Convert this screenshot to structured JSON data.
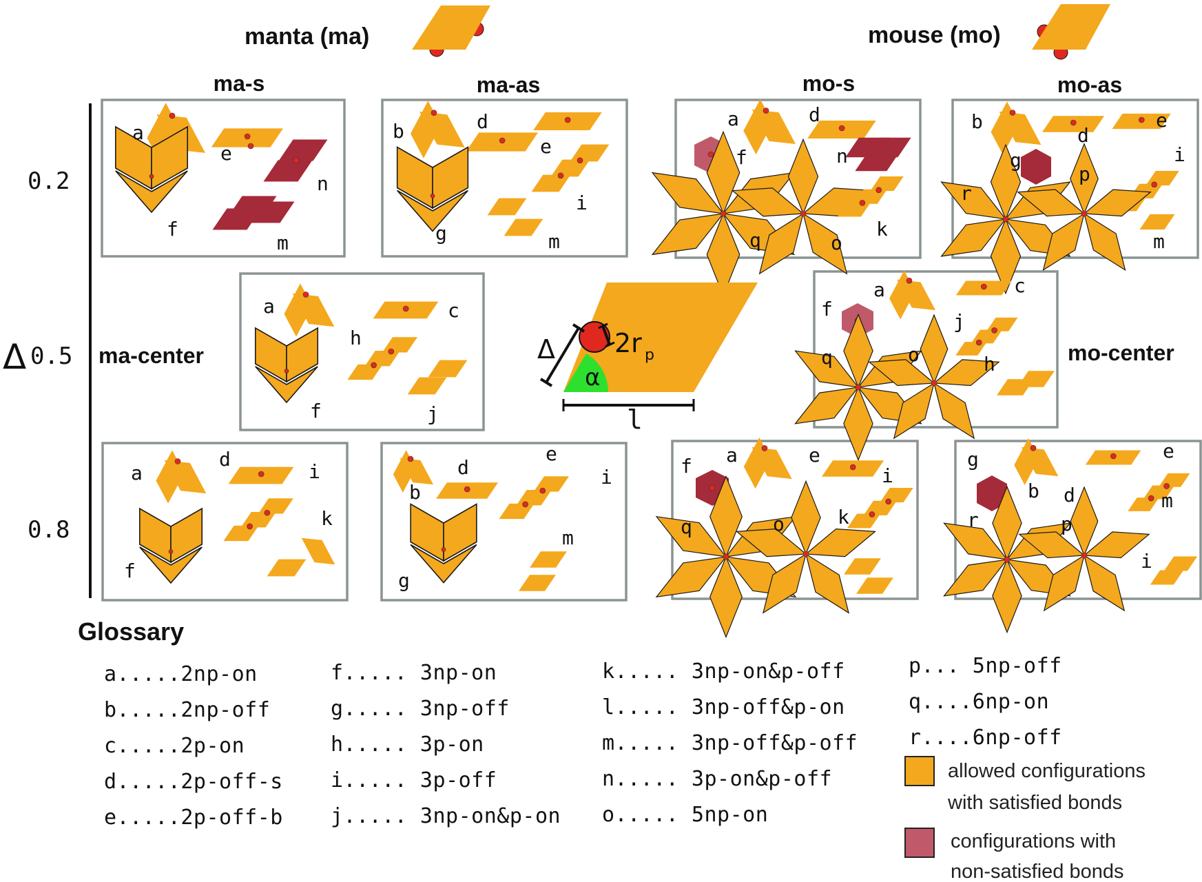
{
  "header": {
    "manta": "manta (ma)",
    "mouse": "mouse (mo)"
  },
  "columns": [
    "ma-s",
    "ma-as",
    "mo-s",
    "mo-as"
  ],
  "center_labels": {
    "left": "ma-center",
    "right": "mo-center"
  },
  "axis": {
    "symbol": "Δ",
    "ticks": [
      "0.2",
      "0.5",
      "0.8"
    ]
  },
  "schematic": {
    "delta": "Δ",
    "alpha": "α",
    "r": "2r",
    "r_sub": "p",
    "length": "l"
  },
  "panels": {
    "ma_s_02": [
      "a",
      "e",
      "n",
      "f",
      "m"
    ],
    "ma_as_02": [
      "b",
      "d",
      "e",
      "i",
      "g",
      "m"
    ],
    "mo_s_02": [
      "a",
      "d",
      "f",
      "n",
      "q",
      "o",
      "k"
    ],
    "mo_as_02": [
      "b",
      "d",
      "e",
      "g",
      "i",
      "p",
      "r",
      "m"
    ],
    "ma_center": [
      "a",
      "c",
      "h",
      "f",
      "j"
    ],
    "mo_center": [
      "f",
      "a",
      "c",
      "j",
      "q",
      "o",
      "h"
    ],
    "ma_s_08": [
      "a",
      "d",
      "i",
      "k",
      "f"
    ],
    "ma_as_08": [
      "d",
      "e",
      "i",
      "b",
      "m",
      "g"
    ],
    "mo_s_08": [
      "f",
      "a",
      "e",
      "i",
      "q",
      "o",
      "k"
    ],
    "mo_as_08": [
      "g",
      "e",
      "b",
      "d",
      "m",
      "r",
      "p",
      "i"
    ]
  },
  "glossary": {
    "title": "Glossary",
    "col1": [
      "a.....2np-on",
      "b.....2np-off",
      "c.....2p-on",
      "d.....2p-off-s",
      "e.....2p-off-b"
    ],
    "col2": [
      "f..... 3np-on",
      "g..... 3np-off",
      "h..... 3p-on",
      "i..... 3p-off",
      "j..... 3np-on&p-on"
    ],
    "col3": [
      "k..... 3np-on&p-off",
      "l..... 3np-off&p-on",
      "m..... 3np-off&p-off",
      "n..... 3p-on&p-off",
      "o..... 5np-on"
    ],
    "col4": [
      "p... 5np-off",
      "q....6np-on",
      "r....6np-off"
    ]
  },
  "legend": {
    "allowed_line1": "allowed configurations",
    "allowed_line2": "with satisfied bonds",
    "nonsat_line1": "configurations with",
    "nonsat_line2": "non-satisfied bonds"
  },
  "colors": {
    "allowed": "#f4a81d",
    "non_satisfied": "#a52a3a",
    "non_satisfied_light": "#c05a6a",
    "patch": "#e0281f",
    "angle": "#2ee02e",
    "panel_border": "#8b9493"
  }
}
